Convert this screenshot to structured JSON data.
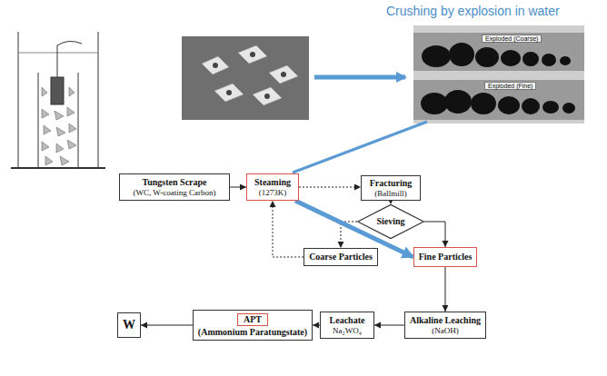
{
  "diagram": {
    "nodes": [
      {
        "text": [
          "Tungsten Scrape",
          "(WC, W-coating Carbon)"
        ]
      },
      {
        "text": [
          "Steaming",
          "(1273K)"
        ]
      },
      {
        "text": [
          "Fracturing",
          "(Ballmill)"
        ]
      },
      {
        "text": [
          "Sieving"
        ]
      },
      {
        "text": [
          "Coarse Particles"
        ]
      },
      {
        "text": [
          "Fine Particles"
        ]
      },
      {
        "text": [
          "Alkaline Leaching",
          "(NaOH)"
        ]
      },
      {
        "text": [
          "Leachate",
          "Na₂WO₄"
        ]
      },
      {
        "text": [
          "(Ammonium Paratungstate)"
        ]
      },
      {
        "text": [
          "APT"
        ],
        "in": 8
      },
      {
        "text": [
          "W"
        ]
      }
    ],
    "edges": [
      {
        "from": 0,
        "to": 1,
        "arrow": "to"
      },
      {
        "from": 1,
        "to": 2,
        "arrow": "to"
      },
      {
        "from": 2,
        "to": 3,
        "arrow": "to"
      },
      {
        "from": 3,
        "to": 4,
        "arrow": "to"
      },
      {
        "from": 4,
        "to": 1,
        "arrow": "to"
      },
      {
        "from": 3,
        "to": 5,
        "arrow": "to"
      },
      {
        "from": 1,
        "to": 5,
        "arrow": "to"
      },
      {
        "from": 5,
        "to": 6,
        "arrow": "to"
      },
      {
        "from": 6,
        "to": 7,
        "arrow": "to"
      },
      {
        "from": 7,
        "to": 8,
        "arrow": "to"
      },
      {
        "from": 8,
        "to": 10,
        "arrow": "to"
      }
    ],
    "labels": [
      "Crushing by explosion in water",
      "Exploded (Coarse)",
      "Exploded (Fine)"
    ]
  }
}
